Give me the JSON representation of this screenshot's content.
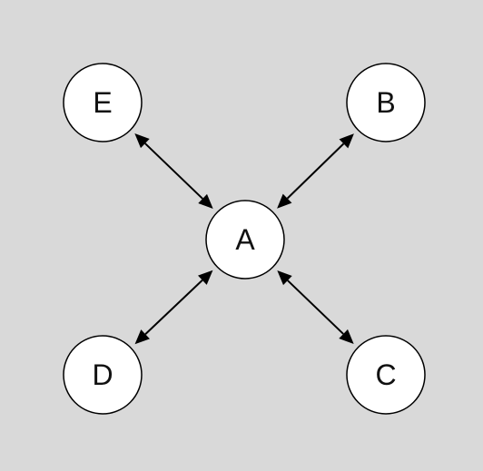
{
  "diagram": {
    "type": "star",
    "center": "A",
    "nodes": [
      {
        "id": "A",
        "label": "A"
      },
      {
        "id": "B",
        "label": "B"
      },
      {
        "id": "C",
        "label": "C"
      },
      {
        "id": "D",
        "label": "D"
      },
      {
        "id": "E",
        "label": "E"
      }
    ],
    "edges": [
      {
        "from": "A",
        "to": "B",
        "direction": "both"
      },
      {
        "from": "A",
        "to": "C",
        "direction": "both"
      },
      {
        "from": "A",
        "to": "D",
        "direction": "both"
      },
      {
        "from": "A",
        "to": "E",
        "direction": "both"
      }
    ]
  },
  "colors": {
    "background": "#d9d9d9",
    "node_fill": "#ffffff",
    "stroke": "#000000"
  }
}
